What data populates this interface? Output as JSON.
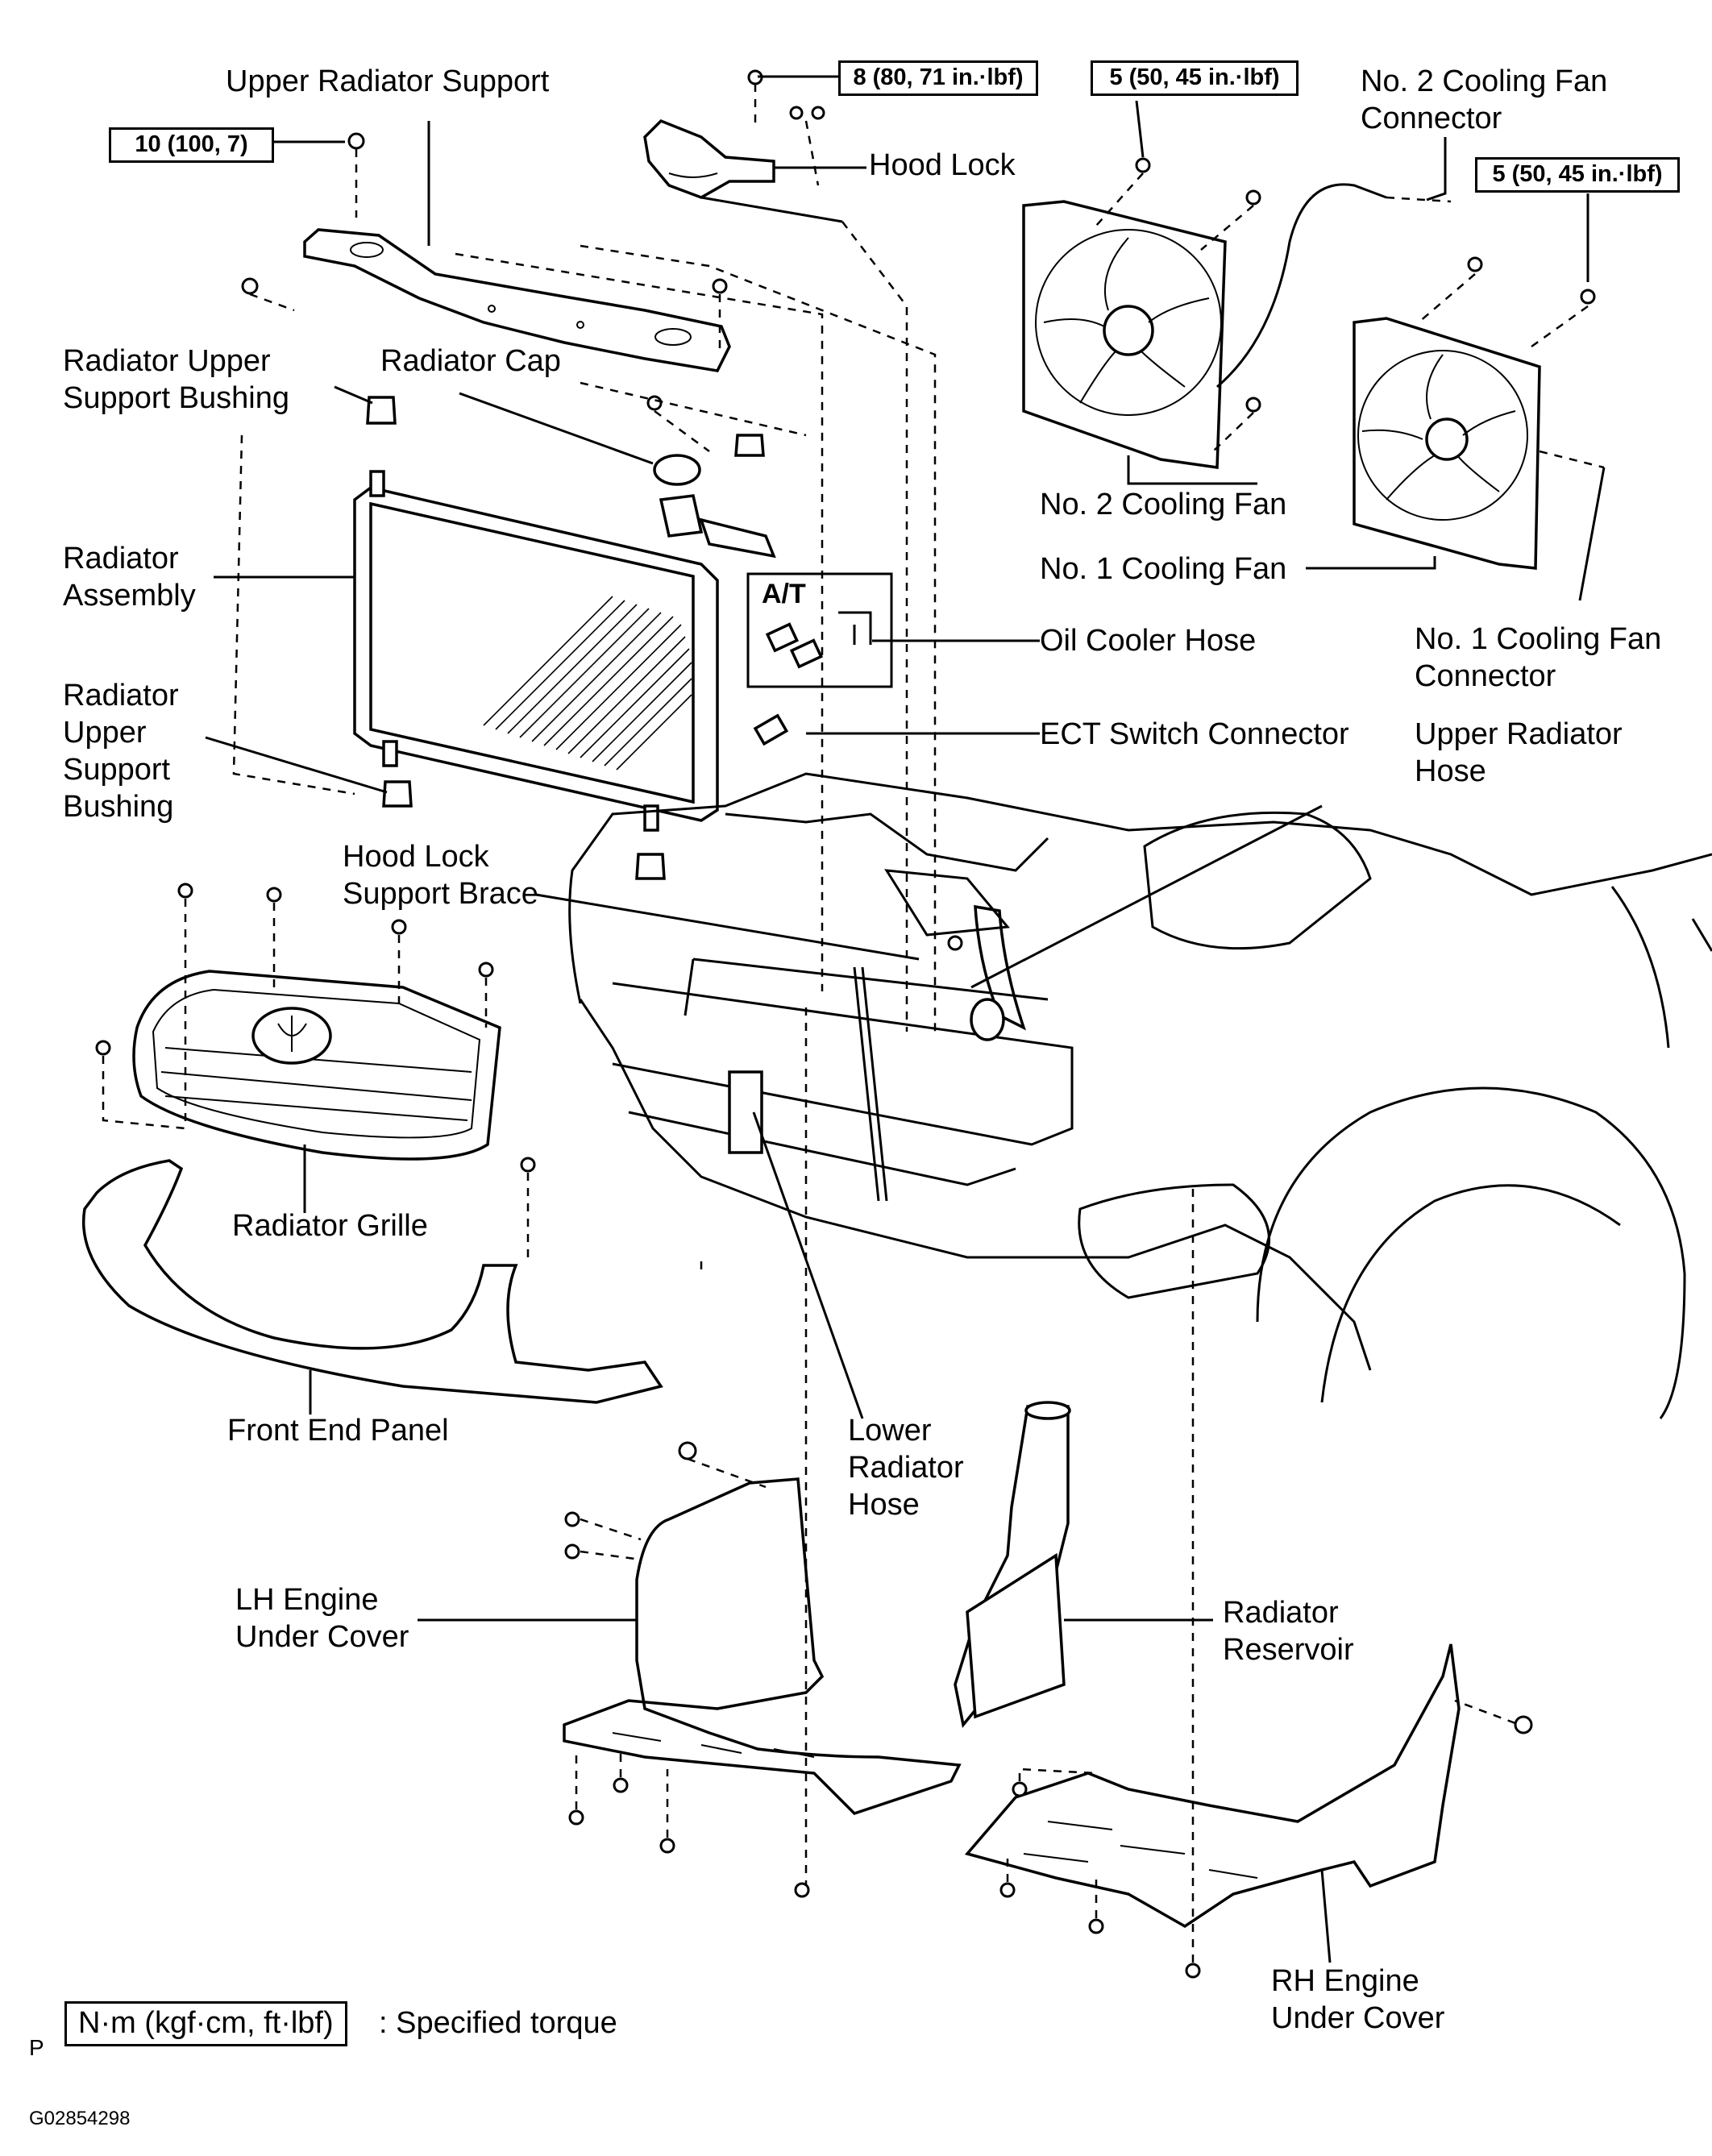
{
  "labels": {
    "upper_radiator_support": "Upper Radiator Support",
    "hood_lock": "Hood Lock",
    "no2_cooling_fan_connector": "No. 2 Cooling Fan\nConnector",
    "radiator_upper_support_bushing_top": "Radiator Upper\nSupport Bushing",
    "radiator_cap": "Radiator Cap",
    "radiator_assembly": "Radiator\nAssembly",
    "radiator_upper_support_bushing_bottom": "Radiator\nUpper\nSupport\nBushing",
    "no2_cooling_fan": "No. 2 Cooling Fan",
    "no1_cooling_fan": "No. 1 Cooling Fan",
    "at": "A/T",
    "oil_cooler_hose": "Oil Cooler Hose",
    "no1_cooling_fan_connector": "No. 1 Cooling Fan\nConnector",
    "ect_switch_connector": "ECT Switch Connector",
    "upper_radiator_hose": "Upper Radiator\nHose",
    "hood_lock_support_brace": "Hood Lock\nSupport Brace",
    "radiator_grille": "Radiator Grille",
    "front_end_panel": "Front End Panel",
    "lower_radiator_hose": "Lower\nRadiator\nHose",
    "lh_engine_under_cover": "LH Engine\nUnder Cover",
    "radiator_reservoir": "Radiator\nReservoir",
    "rh_engine_under_cover": "RH Engine\nUnder Cover"
  },
  "torques": {
    "hood_lock_bolt": "8 (80, 71 in.·lbf)",
    "fan2_bolt": "5 (50, 45 in.·lbf)",
    "fan1_bolt": "5 (50, 45 in.·lbf)",
    "support_bolt": "10 (100, 7)"
  },
  "legend": {
    "box": "N·m (kgf·cm, ft·lbf)",
    "text": ": Specified torque"
  },
  "footer": {
    "page_letter": "P",
    "figure_id": "G02854298"
  }
}
